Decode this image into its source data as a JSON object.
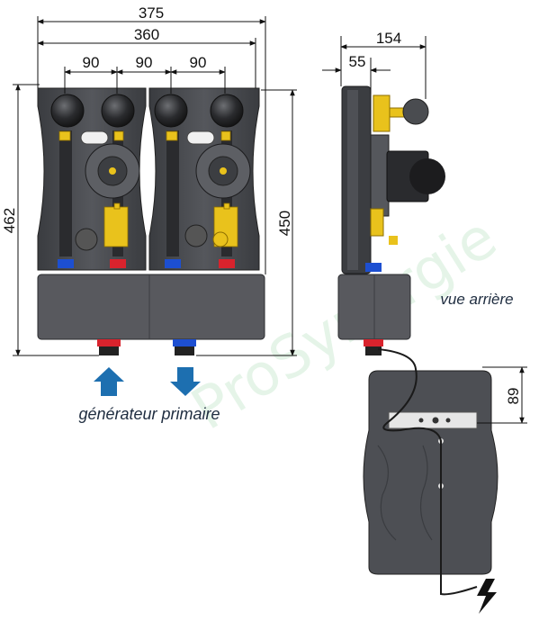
{
  "dimensions": {
    "overall_width": "375",
    "inner_width": "360",
    "spacing_1": "90",
    "spacing_2": "90",
    "spacing_3": "90",
    "overall_height": "462",
    "inner_height": "450",
    "side_depth": "154",
    "side_offset": "55",
    "back_height": "89"
  },
  "captions": {
    "rear_view": "vue arrière",
    "generator": "générateur primaire"
  },
  "watermark": "ProSynergie",
  "colors": {
    "body": "#4a4c50",
    "body_dark": "#2e3033",
    "lid": "#54565b",
    "brass": "#e9c21c",
    "red": "#d9232d",
    "blue": "#1d4fd1",
    "arrow": "#1d6fb0"
  },
  "icons": [
    "supply-up-arrow-icon",
    "return-down-arrow-icon",
    "lightning-icon"
  ]
}
